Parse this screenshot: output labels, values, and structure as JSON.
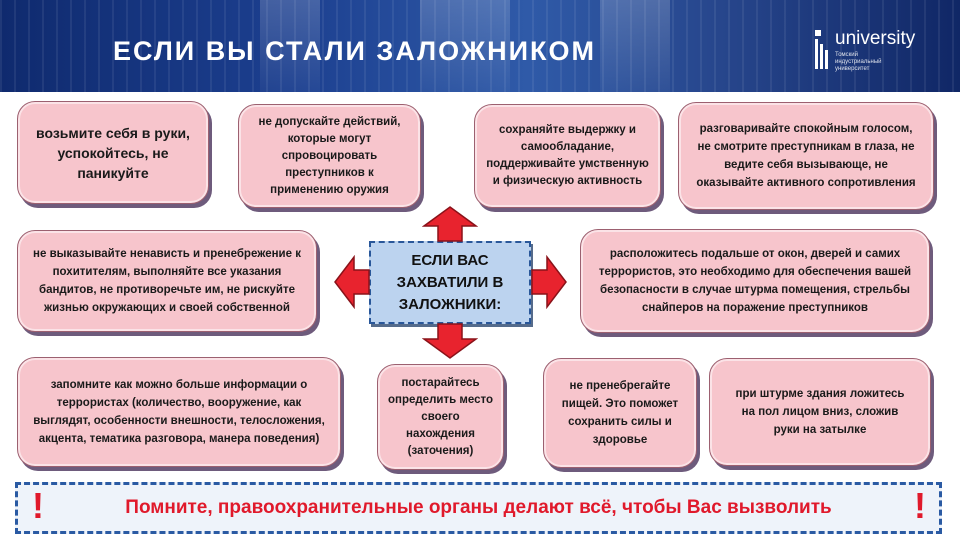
{
  "header": {
    "title": "ЕСЛИ ВЫ СТАЛИ ЗАЛОЖНИКОМ",
    "logo_word": "university",
    "logo_sub": "Томский индустриальный университет"
  },
  "center": {
    "text": "ЕСЛИ ВАС ЗАХВАТИЛИ В ЗАЛОЖНИКИ:"
  },
  "boxes": [
    "возьмите себя в руки, успокойтесь, не паникуйте",
    "не допускайте действий, которые могут спровоцировать преступников к применению оружия",
    "сохраняйте выдержку и самообладание, поддерживайте умственную и физическую активность",
    "разговаривайте спокойным голосом, не смотрите преступникам в глаза, не ведите себя вызывающе, не оказывайте активного сопротивления",
    "не выказывайте ненависть и пренебрежение к похитителям, выполняйте все указания бандитов, не противоречьте им, не рискуйте жизнью окружающих и своей собственной",
    "расположитесь подальше от окон, дверей и самих террористов, это необходимо для обеспечения вашей безопасности в случае штурма помещения, стрельбы снайперов на поражение преступников",
    "запомните как можно больше информации о террористах (количество, вооружение, как выглядят, особенности внешности, телосложения, акцента, тематика разговора, манера поведения)",
    "постарайтесь определить место своего нахождения (заточения)",
    "не пренебрегайте пищей. Это поможет сохранить силы и здоровье",
    "при штурме здания ложитесь на пол лицом вниз, сложив руки на затылке"
  ],
  "footer": {
    "text": "Помните, правоохранительные органы делают всё, чтобы Вас вызволить",
    "mark": "!"
  },
  "colors": {
    "box": "#f7c5cc",
    "arrow": "#e8232e",
    "header": "#1c3f8f",
    "center": "#bcd3ef",
    "footer_text": "#e0192b"
  }
}
